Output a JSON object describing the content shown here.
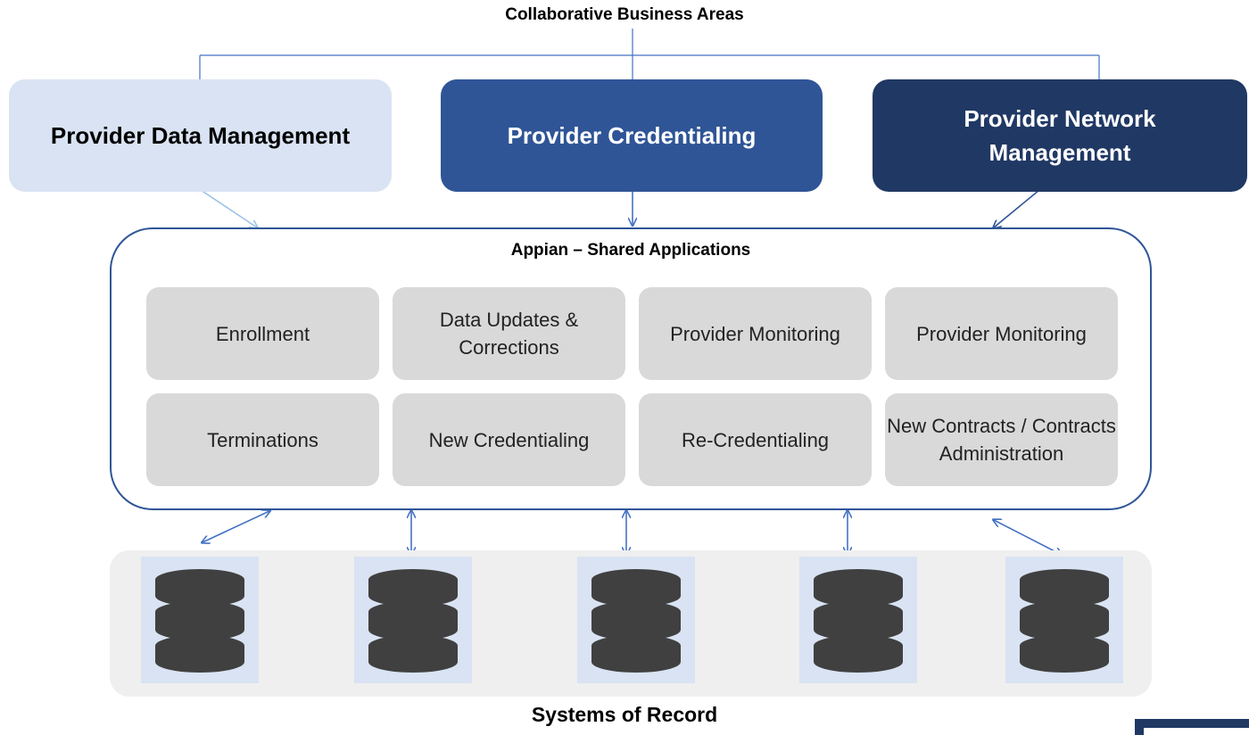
{
  "header": {
    "title": "Collaborative Business Areas"
  },
  "business_areas": [
    {
      "label": "Provider Data Management",
      "color": "#d9e3f3"
    },
    {
      "label": "Provider Credentialing",
      "color": "#2f5597"
    },
    {
      "label": "Provider Network Management",
      "color": "#203864"
    }
  ],
  "shared": {
    "title": "Appian – Shared Applications",
    "apps": [
      "Enrollment",
      "Data Updates & Corrections",
      "Provider Monitoring",
      "Provider Monitoring",
      "Terminations",
      "New Credentialing",
      "Re-Credentialing",
      "New Contracts / Contracts Administration"
    ]
  },
  "systems": {
    "title": "Systems of Record",
    "databases": [
      "database-icon",
      "database-icon",
      "database-icon",
      "database-icon",
      "database-icon"
    ]
  },
  "colors": {
    "frame": "#2f5597",
    "connector": "#4472c4",
    "tile": "#d9d9d9",
    "database": "#404040"
  }
}
